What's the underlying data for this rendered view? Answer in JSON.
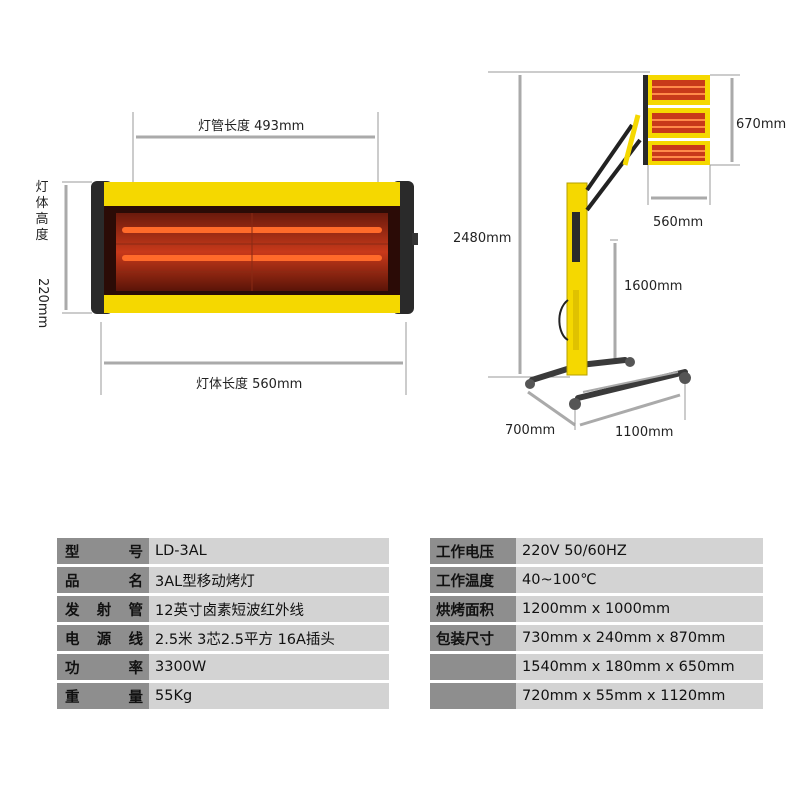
{
  "diagram": {
    "tube_length_label": "灯管长度 493mm",
    "body_height_label_top": "灯体高度",
    "body_height_label_bottom": "220mm",
    "body_length_label": "灯体长度 560mm",
    "stand_height": "2480mm",
    "lamp_head_height": "670mm",
    "lamp_head_width": "560mm",
    "pole_height": "1600mm",
    "base_depth": "700mm",
    "base_width": "1100mm"
  },
  "colors": {
    "lamp_yellow": "#f5d800",
    "lamp_glow": "#c8391a",
    "frame_dark": "#2a2a2a",
    "label_gray": "#8e8e8e",
    "value_gray": "#d3d3d3"
  },
  "spec_left": [
    {
      "label_chars": [
        "型",
        "号"
      ],
      "value": "LD-3AL"
    },
    {
      "label_chars": [
        "品",
        "名"
      ],
      "value": "3AL型移动烤灯"
    },
    {
      "label_chars": [
        "发",
        "射",
        "管"
      ],
      "value": "12英寸卤素短波红外线"
    },
    {
      "label_chars": [
        "电",
        "源",
        "线"
      ],
      "value": "2.5米 3芯2.5平方 16A插头"
    },
    {
      "label_chars": [
        "功",
        "率"
      ],
      "value": "3300W"
    },
    {
      "label_chars": [
        "重",
        "量"
      ],
      "value": "55Kg"
    }
  ],
  "spec_right": [
    {
      "label": "工作电压",
      "value": "220V 50/60HZ"
    },
    {
      "label": "工作温度",
      "value": "40~100℃"
    },
    {
      "label": "烘烤面积",
      "value": "1200mm x 1000mm"
    },
    {
      "label": "包装尺寸",
      "value": "730mm x 240mm x 870mm"
    },
    {
      "label": "",
      "value": "1540mm  x  180mm  x 650mm"
    },
    {
      "label": "",
      "value": "720mm  x  55mm  x 1120mm"
    }
  ]
}
